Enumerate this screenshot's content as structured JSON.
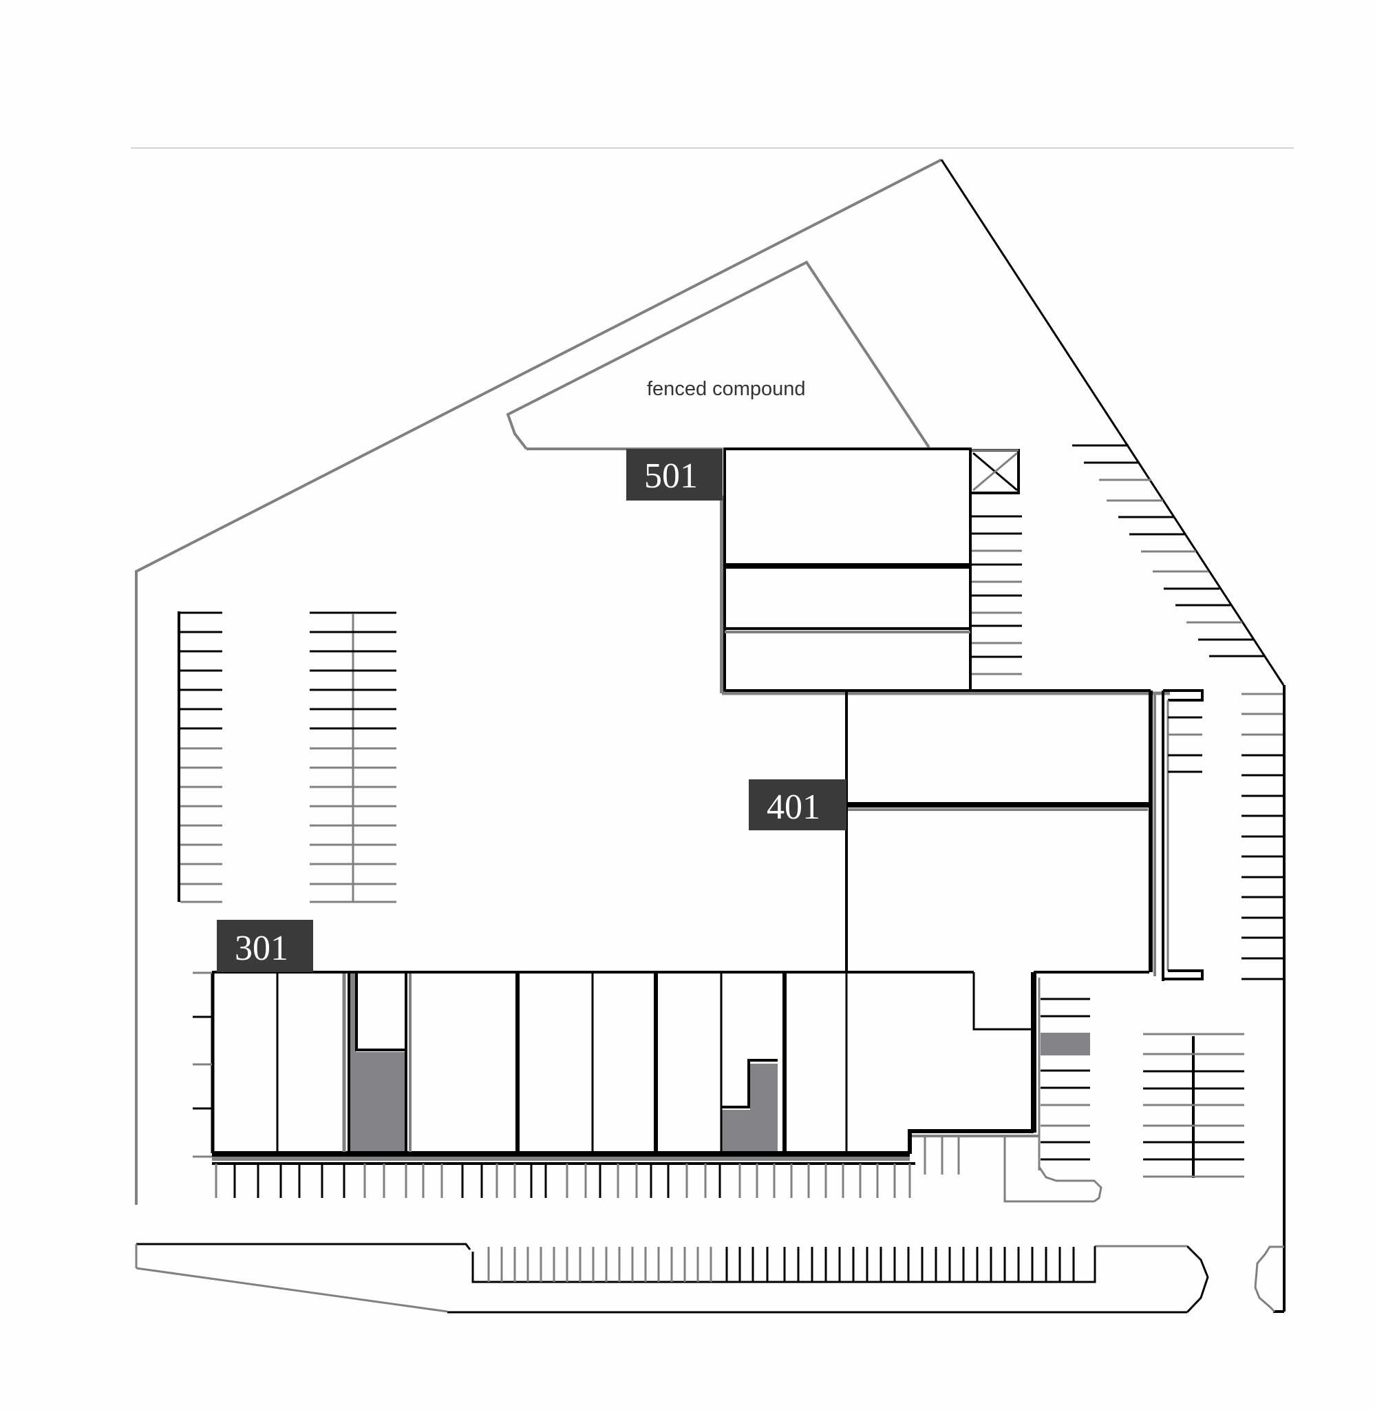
{
  "plan": {
    "annotation": "fenced compound",
    "colors": {
      "background": "#fefefe",
      "line_black": "#000000",
      "line_gray": "#808084",
      "label_box": "#3a3a3a",
      "label_text": "#ffffff",
      "shaded_area": "#838387"
    },
    "units": [
      {
        "id": "501",
        "label": "501"
      },
      {
        "id": "401",
        "label": "401"
      },
      {
        "id": "301",
        "label": "301"
      }
    ]
  }
}
